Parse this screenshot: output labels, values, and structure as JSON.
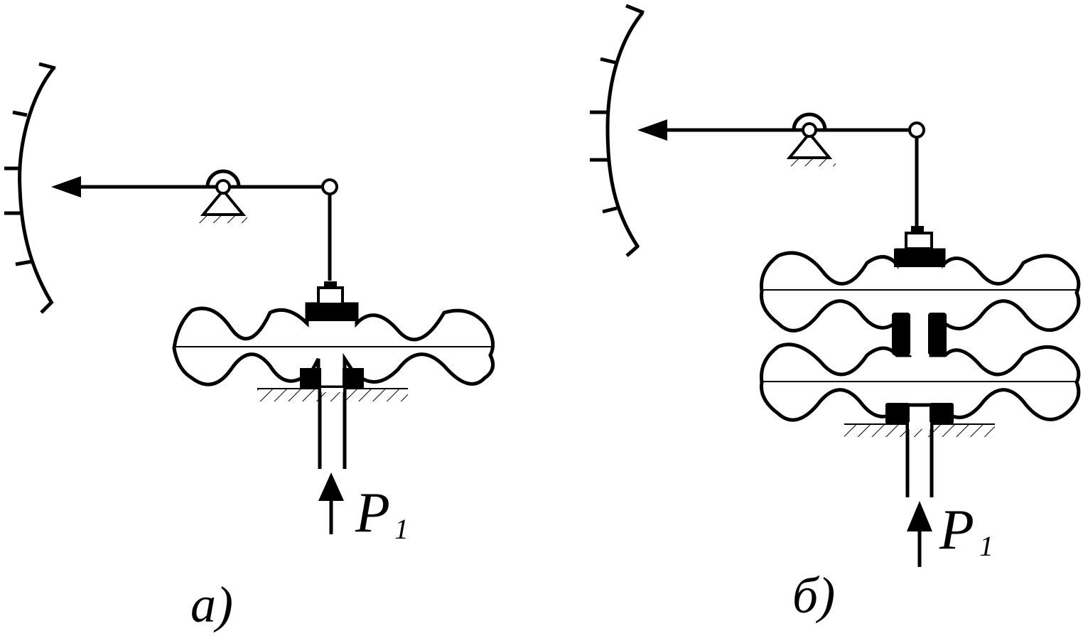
{
  "diagrams": [
    {
      "caption": "а)",
      "pressure_label": "P",
      "pressure_subscript": "1"
    },
    {
      "caption": "б)",
      "pressure_label": "P",
      "pressure_subscript": "1"
    }
  ],
  "colors": {
    "ink": "#000000",
    "background": "#ffffff"
  }
}
